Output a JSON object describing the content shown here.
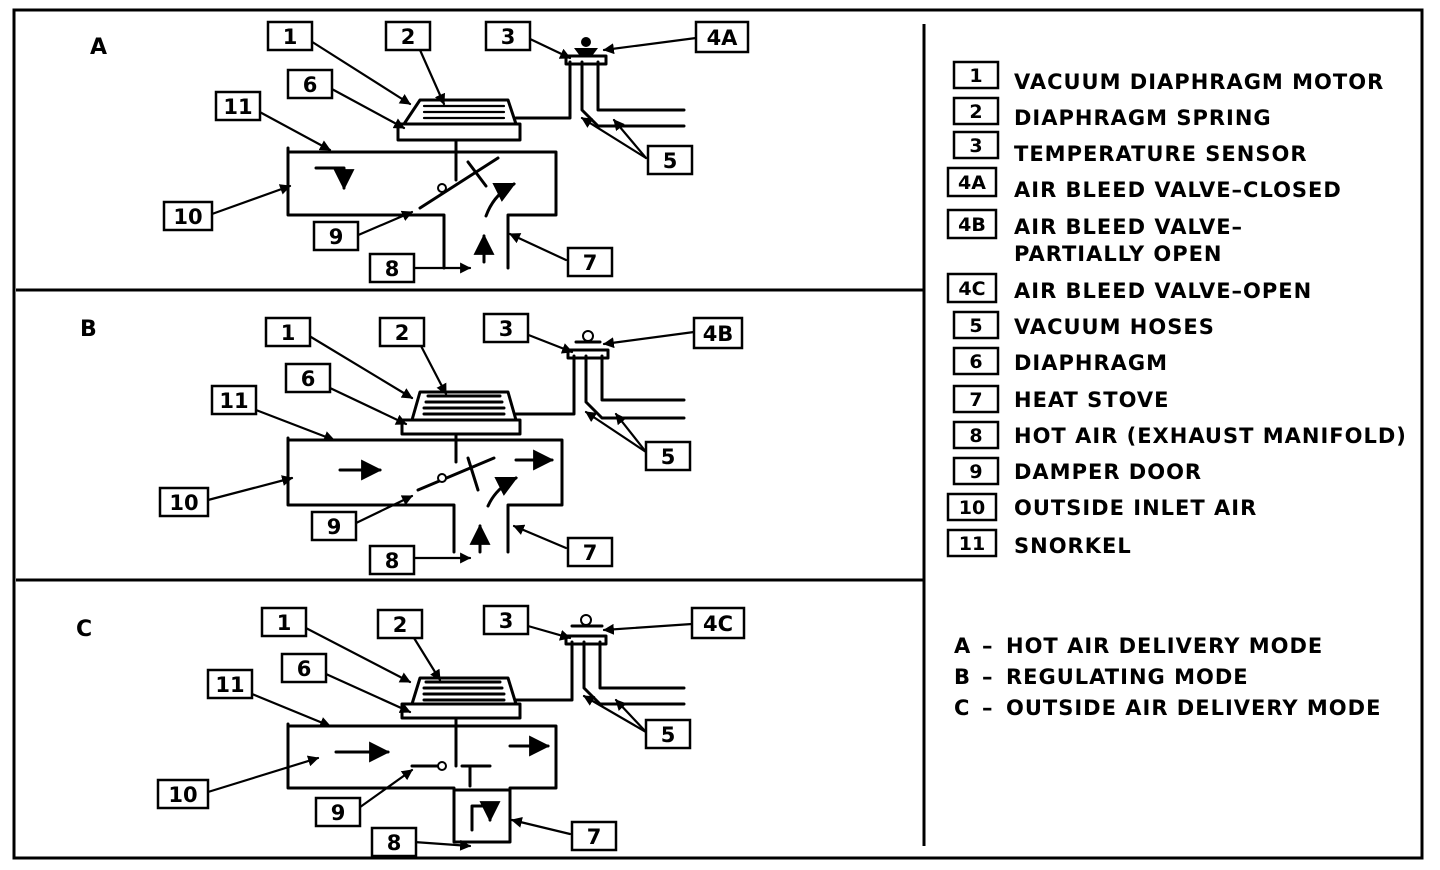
{
  "panels": {
    "A": {
      "tag": "A",
      "c1": "1",
      "c2": "2",
      "c3": "3",
      "c4": "4A",
      "c5": "5",
      "c6": "6",
      "c7": "7",
      "c8": "8",
      "c9": "9",
      "c10": "10",
      "c11": "11"
    },
    "B": {
      "tag": "B",
      "c1": "1",
      "c2": "2",
      "c3": "3",
      "c4": "4B",
      "c5": "5",
      "c6": "6",
      "c7": "7",
      "c8": "8",
      "c9": "9",
      "c10": "10",
      "c11": "11"
    },
    "C": {
      "tag": "C",
      "c1": "1",
      "c2": "2",
      "c3": "3",
      "c4": "4C",
      "c5": "5",
      "c6": "6",
      "c7": "7",
      "c8": "8",
      "c9": "9",
      "c10": "10",
      "c11": "11"
    }
  },
  "legend": [
    {
      "num": "1",
      "label": "VACUUM DIAPHRAGM MOTOR"
    },
    {
      "num": "2",
      "label": "DIAPHRAGM SPRING"
    },
    {
      "num": "3",
      "label": "TEMPERATURE SENSOR"
    },
    {
      "num": "4A",
      "label": "AIR BLEED VALVE–CLOSED"
    },
    {
      "num": "4B",
      "label": "AIR BLEED VALVE–",
      "label2": "PARTIALLY OPEN"
    },
    {
      "num": "4C",
      "label": "AIR BLEED VALVE–OPEN"
    },
    {
      "num": "5",
      "label": "VACUUM HOSES"
    },
    {
      "num": "6",
      "label": "DIAPHRAGM"
    },
    {
      "num": "7",
      "label": "HEAT STOVE"
    },
    {
      "num": "8",
      "label": "HOT AIR (EXHAUST MANIFOLD)"
    },
    {
      "num": "9",
      "label": "DAMPER DOOR"
    },
    {
      "num": "10",
      "label": "OUTSIDE INLET AIR"
    },
    {
      "num": "11",
      "label": "SNORKEL"
    }
  ],
  "modes": [
    {
      "letter": "A",
      "label": "HOT AIR DELIVERY MODE"
    },
    {
      "letter": "B",
      "label": "REGULATING MODE"
    },
    {
      "letter": "C",
      "label": "OUTSIDE AIR DELIVERY MODE"
    }
  ]
}
